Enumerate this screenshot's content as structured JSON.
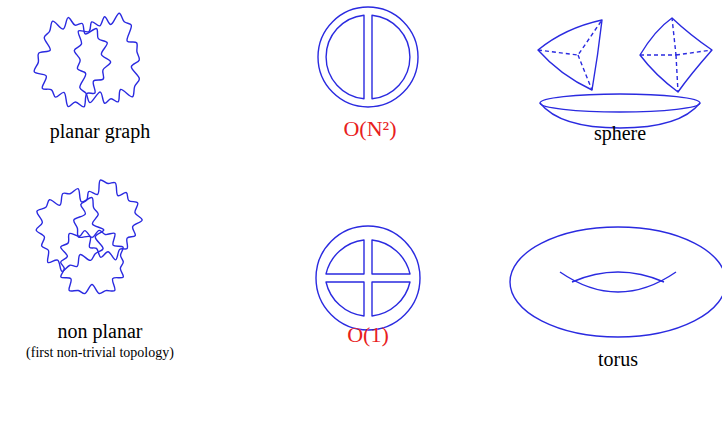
{
  "diagram": {
    "labels": [
      "planar graph",
      "O(N²)",
      "sphere",
      "non planar",
      "(first non-trivial topology)",
      "O(1)",
      "torus"
    ]
  }
}
